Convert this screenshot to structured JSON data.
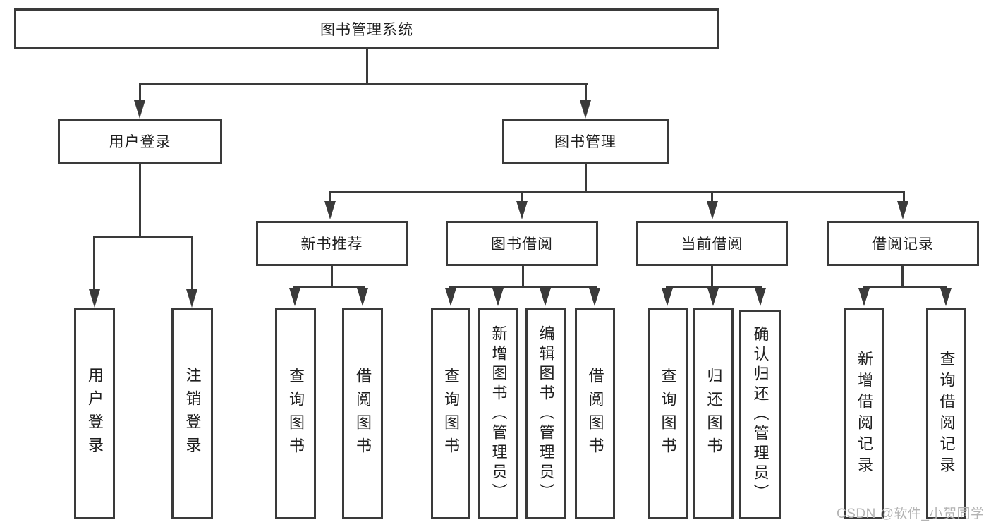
{
  "tree": {
    "label": "图书管理系统",
    "children": [
      {
        "label": "用户登录",
        "children": [
          {
            "label": "用户登录"
          },
          {
            "label": "注销登录"
          }
        ]
      },
      {
        "label": "图书管理",
        "children": [
          {
            "label": "新书推荐",
            "children": [
              {
                "label": "查询图书"
              },
              {
                "label": "借阅图书"
              }
            ]
          },
          {
            "label": "图书借阅",
            "children": [
              {
                "label": "查询图书"
              },
              {
                "label": "新增图书（管理员）"
              },
              {
                "label": "编辑图书（管理员）"
              },
              {
                "label": "借阅图书"
              }
            ]
          },
          {
            "label": "当前借阅",
            "children": [
              {
                "label": "查询图书"
              },
              {
                "label": "归还图书"
              },
              {
                "label": "确认归还（管理员）"
              }
            ]
          },
          {
            "label": "借阅记录",
            "children": [
              {
                "label": "新增借阅记录"
              },
              {
                "label": "查询借阅记录"
              }
            ]
          }
        ]
      }
    ]
  },
  "watermark": {
    "text": "CSDN @软件_小贺同学"
  },
  "colors": {
    "line": "#3a3a3a",
    "text": "#1f1f1f",
    "watermark": "#b3b3b3"
  }
}
